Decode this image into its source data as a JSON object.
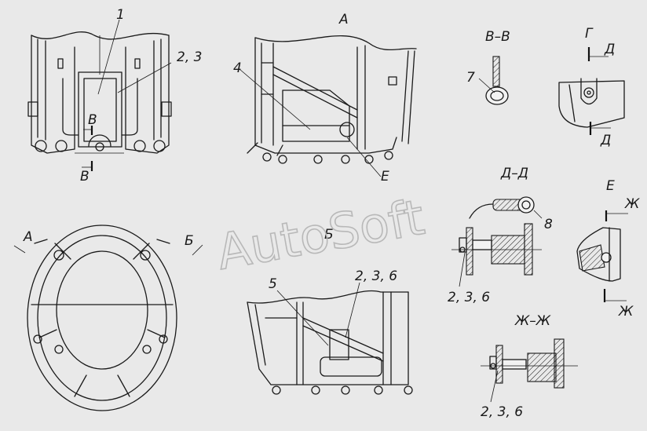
{
  "labels": {
    "view_a": "А",
    "view_b": "Б",
    "section_v": "В–В",
    "view_g": "Г",
    "section_d": "Д–Д",
    "view_e": "Е",
    "section_zh": "Ж–Ж",
    "part_1": "1",
    "part_2_3": "2, 3",
    "part_4": "4",
    "part_5": "5",
    "part_2_3_6_b": "2, 3, 6",
    "part_7": "7",
    "part_8": "8",
    "part_2_3_6_d": "2, 3, 6",
    "part_2_3_6_zh": "2, 3, 6",
    "mark_v_top": "В",
    "mark_v_bottom": "В",
    "mark_e_callout": "Е",
    "mark_a_arrow": "А",
    "mark_b_arrow": "Б",
    "mark_d_top": "Д",
    "mark_d_bottom": "Д",
    "mark_zh_top": "Ж",
    "mark_zh_bottom": "Ж"
  },
  "watermark": "AutoSoft"
}
